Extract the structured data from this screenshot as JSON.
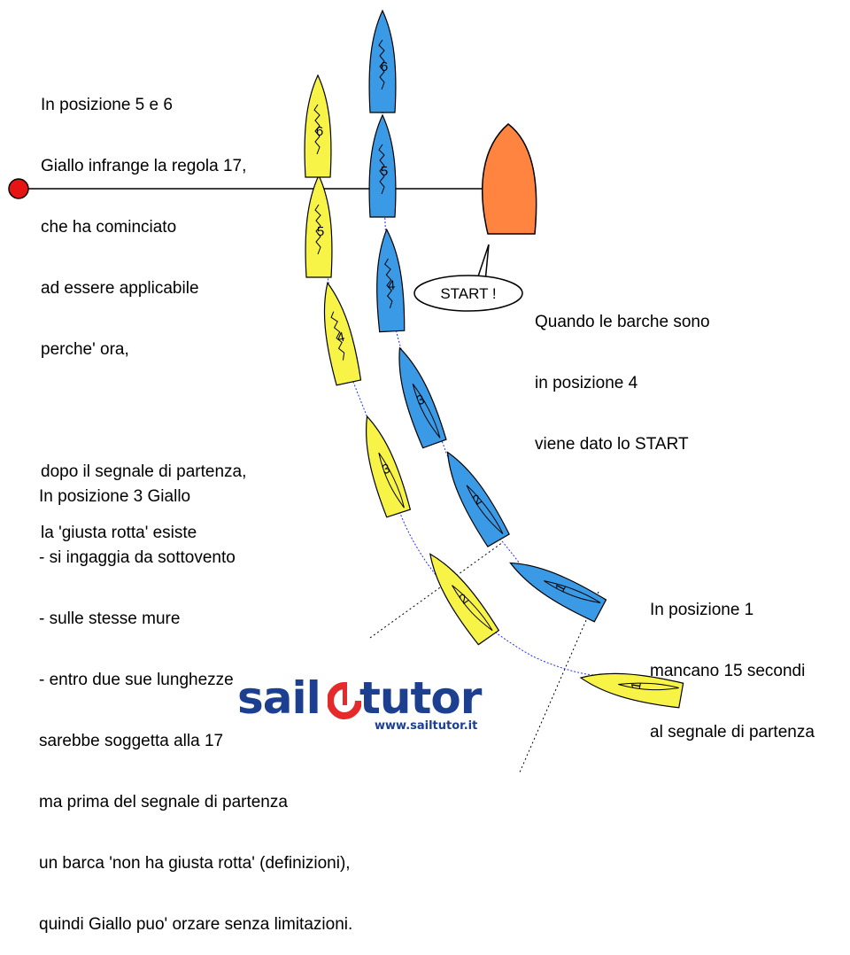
{
  "colors": {
    "blue": "#3a9ae6",
    "yellow": "#f7f447",
    "committee": "#ff8440",
    "pin": "#e81313",
    "track": "#2030ff",
    "logo": "#1d3f8f",
    "logo_ring": "#e42a2a"
  },
  "start_bubble": {
    "label": "START !"
  },
  "notes": {
    "top": [
      "In posizione 5 e 6",
      "Giallo infrange la regola 17,",
      "che ha cominciato",
      "ad essere applicabile",
      "perche' ora,",
      "",
      "dopo il segnale di partenza,",
      "la 'giusta rotta' esiste"
    ],
    "start": [
      "Quando le barche sono",
      "in posizione 4",
      "viene dato lo START"
    ],
    "middle": [
      "In posizione 3 Giallo",
      "- si ingaggia da sottovento",
      "- sulle stesse mure",
      "- entro due sue lunghezze",
      "sarebbe soggetta alla 17",
      "ma prima del segnale di partenza",
      "un barca 'non ha giusta rotta' (definizioni),",
      "quindi Giallo puo' orzare senza limitazioni."
    ],
    "pos1": [
      "In posizione 1",
      "mancano 15 secondi",
      "al segnale di partenza"
    ]
  },
  "boats": {
    "blue": [
      {
        "n": "1"
      },
      {
        "n": "2"
      },
      {
        "n": "3"
      },
      {
        "n": "4"
      },
      {
        "n": "5"
      },
      {
        "n": "6"
      }
    ],
    "yellow": [
      {
        "n": "1"
      },
      {
        "n": "2"
      },
      {
        "n": "3"
      },
      {
        "n": "4"
      },
      {
        "n": "5"
      },
      {
        "n": "6"
      }
    ]
  },
  "logo": {
    "word1": "sail",
    "word2": "tutor",
    "url": "www.sailtutor.it"
  }
}
